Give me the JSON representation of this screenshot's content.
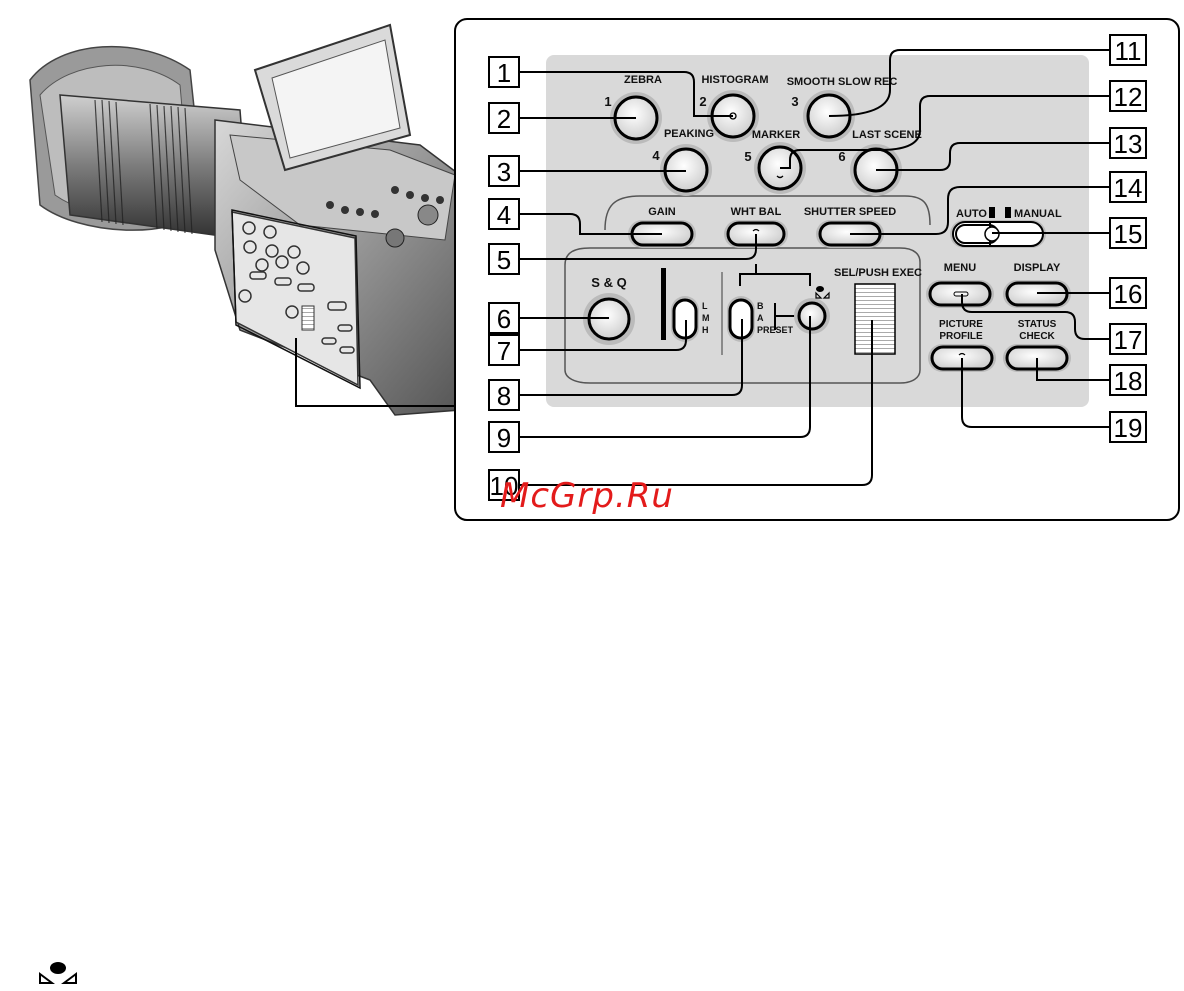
{
  "watermark": "McGrp.Ru",
  "callouts": [
    "1",
    "2",
    "3",
    "4",
    "5",
    "6",
    "7",
    "8",
    "9",
    "10",
    "11",
    "12",
    "13",
    "14",
    "15",
    "16",
    "17",
    "18",
    "19"
  ],
  "labels": {
    "zebra": "ZEBRA",
    "histogram": "HISTOGRAM",
    "smooth_slow_rec": "SMOOTH SLOW REC",
    "peaking": "PEAKING",
    "marker": "MARKER",
    "last_scene": "LAST SCENE",
    "assign_1": "1",
    "assign_2": "2",
    "assign_3": "3",
    "assign_4": "4",
    "assign_5": "5",
    "assign_6": "6",
    "gain": "GAIN",
    "wht_bal": "WHT BAL",
    "shutter_speed": "SHUTTER SPEED",
    "auto": "AUTO",
    "manual": "MANUAL",
    "sq": "S & Q",
    "gain_l": "L",
    "gain_m": "M",
    "gain_h": "H",
    "wb_b": "B",
    "wb_a": "A",
    "wb_preset": "PRESET",
    "sel_push_exec": "SEL/PUSH EXEC",
    "menu": "MENU",
    "display": "DISPLAY",
    "picture": "PICTURE",
    "profile": "PROFILE",
    "status": "STATUS",
    "check": "CHECK"
  },
  "icons": {
    "one_push_wb": "one-push-white-balance-icon"
  }
}
